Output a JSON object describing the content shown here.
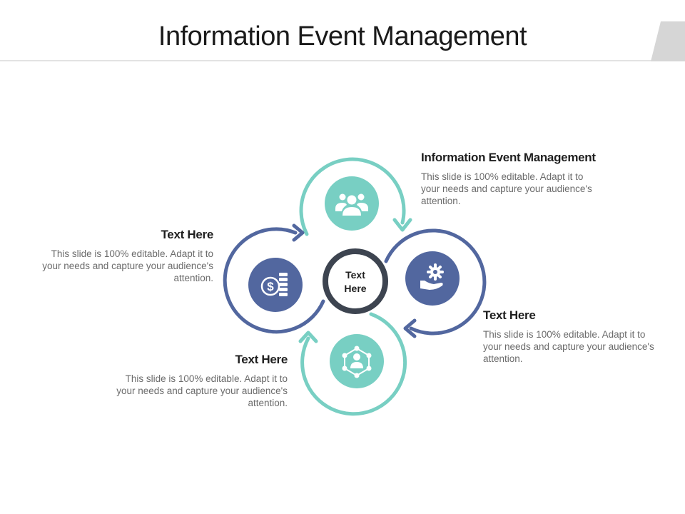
{
  "slide": {
    "title": "Information Event Management",
    "center_label": "Text Here"
  },
  "items": [
    {
      "heading": "Information Event Management",
      "body": "This slide is 100% editable. Adapt it to your needs and capture your audience's attention."
    },
    {
      "heading": "Text Here",
      "body": "This slide is 100% editable. Adapt it to your needs and capture your audience's attention."
    },
    {
      "heading": "Text Here",
      "body": "This slide is 100% editable. Adapt it to your needs and capture your audience's attention."
    },
    {
      "heading": "Text Here",
      "body": "This slide is 100% editable. Adapt it to your needs and capture your audience's attention."
    }
  ],
  "icons": [
    "users-icon",
    "hand-gear-icon",
    "network-person-icon",
    "dollar-coins-icon"
  ],
  "colors": {
    "teal": "#78cfc3",
    "navy": "#52679f",
    "ring": "#3d4450"
  }
}
